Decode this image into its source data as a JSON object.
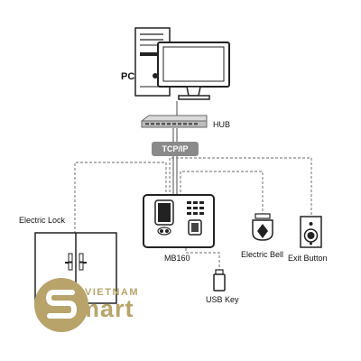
{
  "labels": {
    "pc": "PC",
    "hub": "HUB",
    "tcpip": "TCP/IP",
    "device": "MB160",
    "electric_lock": "Electric Lock",
    "electric_bell": "Electric Bell",
    "exit_button": "Exit Button",
    "usb_key": "USB Key"
  },
  "logo": {
    "top": "VIETNAM",
    "main": "mart",
    "color": "#b8a46b"
  },
  "colors": {
    "line": "#888888",
    "outline": "#333333",
    "tcp_badge": "#8a8a8a"
  }
}
